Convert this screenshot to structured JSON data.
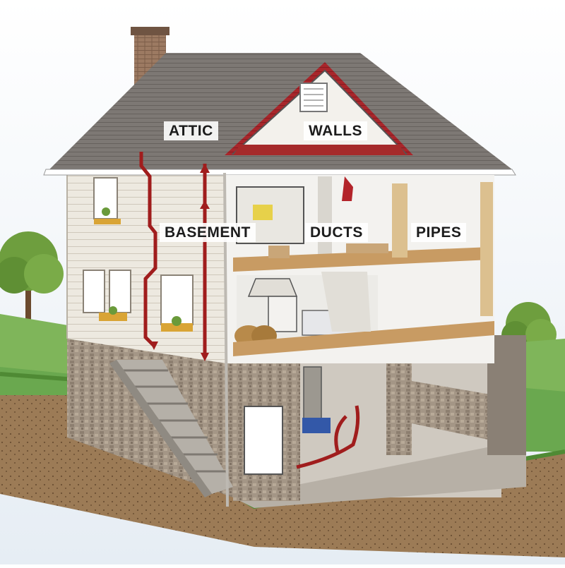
{
  "labels": {
    "attic": "ATTIC",
    "walls": "WALLS",
    "basement": "BASEMENT",
    "ducts": "DUCTS",
    "pipes": "PIPES"
  },
  "colors": {
    "sky": "#e8eef5",
    "grass": "#6aa84f",
    "soil": "#9b7a55",
    "siding": "#ece8df",
    "roof": "#7a7570",
    "gable_roof": "#a52a2a",
    "pipe": "#a01d1d",
    "wood": "#d8b98a",
    "foundation_stone": "#9d8f80"
  }
}
